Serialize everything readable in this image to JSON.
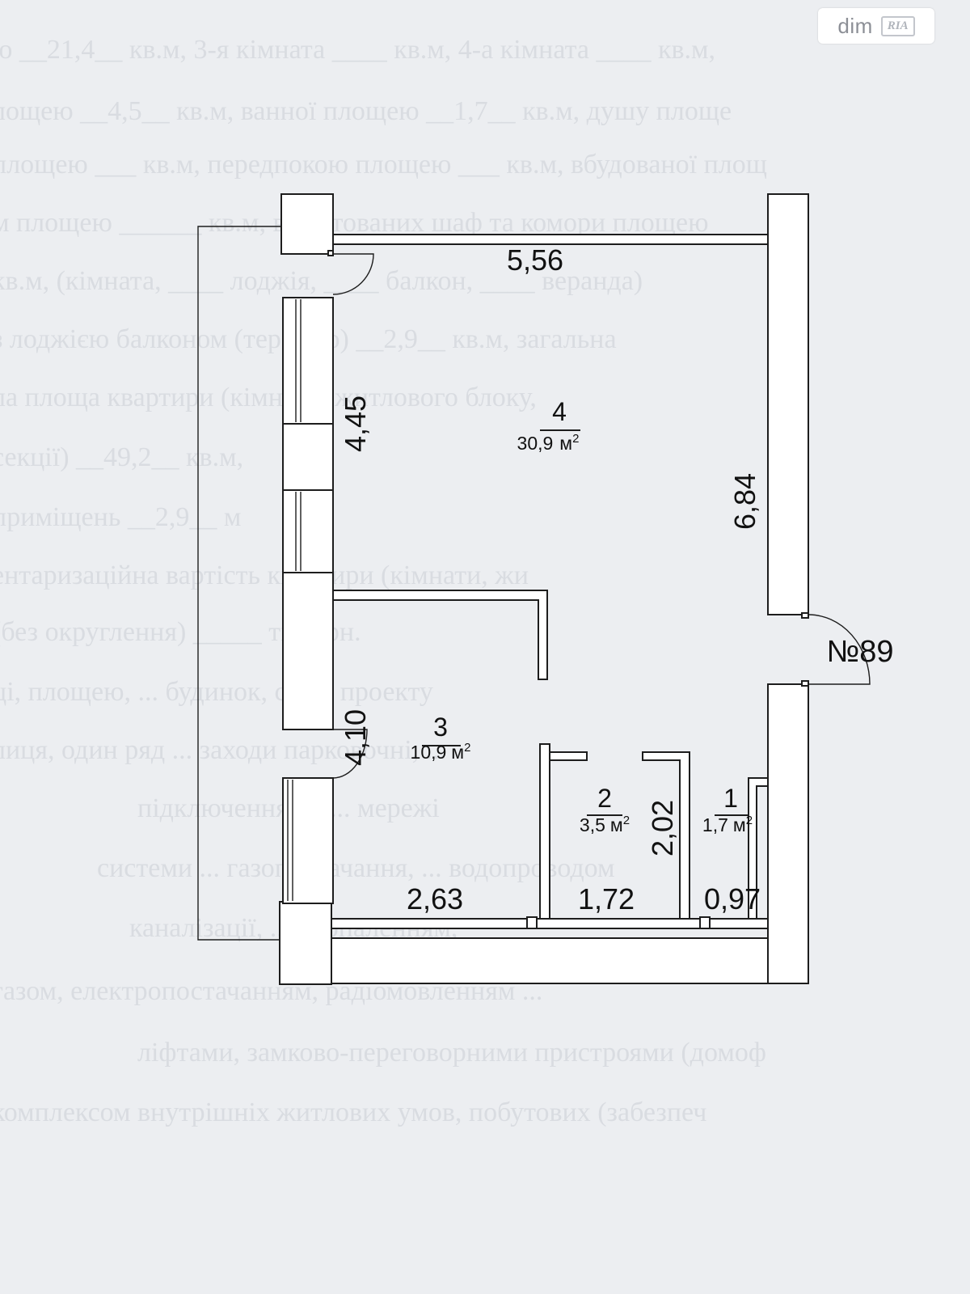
{
  "watermark": {
    "brand": "dim",
    "badge": "RIA"
  },
  "apartment_number": "№89",
  "rooms": [
    {
      "id": "4",
      "area": "30,9",
      "unit": "м",
      "sup": "2"
    },
    {
      "id": "3",
      "area": "10,9",
      "unit": "м",
      "sup": "2"
    },
    {
      "id": "2",
      "area": "3,5",
      "unit": "м",
      "sup": "2"
    },
    {
      "id": "1",
      "area": "1,7",
      "unit": "м",
      "sup": "2"
    }
  ],
  "dimensions": {
    "top_width": "5,56",
    "upper_left_height": "4,45",
    "right_height": "6,84",
    "lower_left_height": "4,10",
    "bottom_room3_width": "2,63",
    "bottom_room2_width": "1,72",
    "bottom_room1_width": "0,97",
    "room2_height": "2,02"
  },
  "background_text_lines": [
    "ю __21,4__ кв.м, 3-я кімната ____ кв.м, 4-а кімната ____ кв.м,",
    "лощею __4,5__ кв.м, ванної площею __1,7__ кв.м, душу площе",
    "площею ___ кв.м, передпокою площею ___ кв.м, вбудованої площ",
    "м площею ______ кв.м, вмонтованих шаф та комори площею",
    "кв.м, (кімната, ____ лоджія, ____ балкон, ____ веранда)",
    "з лоджією балконом (терасою) __2,9__ кв.м, загальна",
    "ла площа квартири (кімнати, житлового блоку,",
    "секції) __49,2__ кв.м,",
    "приміщень __2,9__ м",
    "ентаризаційна вартість квартири (кімнати, жи",
    "(без округлення) _____ тис.грн.",
    "ці, площею, ... будинок, серія проекту",
    "лиця, один ряд ... заходи парковочні, ... ",
    "підключення до ... мережі",
    "системи ... газопостачання, ... водопроводом",
    "каналізації, ... ... опаленням,",
    "газом, електропостачанням, радіомовленням ...",
    "ліфтами, замково-переговорними пристроями (домоф",
    "комплексом внутрішніх житлових умов, побутових (забезпеч"
  ]
}
